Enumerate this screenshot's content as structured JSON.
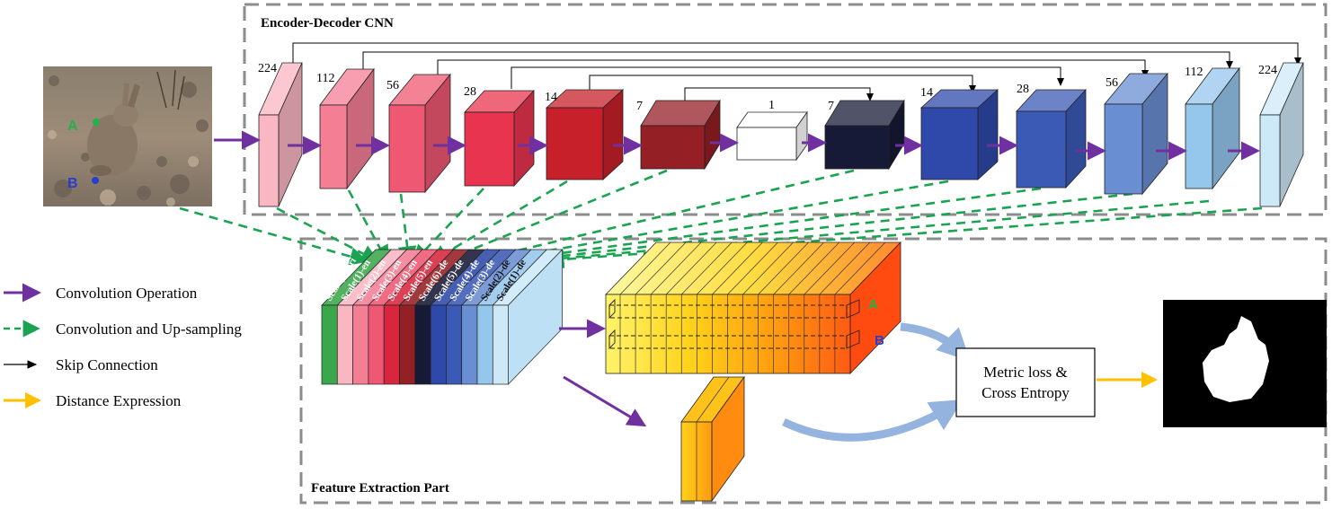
{
  "encoder_panel": {
    "title": "Encoder-Decoder CNN"
  },
  "feature_panel": {
    "title": "Feature  Extraction Part"
  },
  "layers": [
    {
      "size": "224",
      "color": "#f9b6c3"
    },
    {
      "size": "112",
      "color": "#f47f95"
    },
    {
      "size": "56",
      "color": "#ef5872"
    },
    {
      "size": "28",
      "color": "#e8344e"
    },
    {
      "size": "14",
      "color": "#c8202a"
    },
    {
      "size": "7",
      "color": "#941f25"
    },
    {
      "size": "1",
      "color": "#ffffff"
    },
    {
      "size": "7",
      "color": "#171a36"
    },
    {
      "size": "14",
      "color": "#2e49a9"
    },
    {
      "size": "28",
      "color": "#3b5ab6"
    },
    {
      "size": "56",
      "color": "#6a8ed2"
    },
    {
      "size": "112",
      "color": "#95c6ec"
    },
    {
      "size": "224",
      "color": "#cde9f8"
    }
  ],
  "input_image": {
    "point_a": "A",
    "point_b": "B",
    "point_a_color": "#22b14c",
    "point_b_color": "#2b3ec9"
  },
  "feature_stack": {
    "slices": [
      {
        "label": "Scale(0)-ori",
        "color": "#3aa84a"
      },
      {
        "label": "Scale(1)-en",
        "color": "#f9b6c3"
      },
      {
        "label": "Scale(2)-en",
        "color": "#f47f95"
      },
      {
        "label": "Scale(3)-en",
        "color": "#ef5872"
      },
      {
        "label": "Scale(4)-en",
        "color": "#d7263d"
      },
      {
        "label": "Scale(5)-en",
        "color": "#941f25"
      },
      {
        "label": "Scale(6)-de",
        "color": "#171a36"
      },
      {
        "label": "Scale(5)-de",
        "color": "#2e49a9"
      },
      {
        "label": "Scale(4)-de",
        "color": "#3b5ab6"
      },
      {
        "label": "Scale(3)-de",
        "color": "#6a8ed2"
      },
      {
        "label": "Scale(2)-de",
        "color": "#95c6ec"
      },
      {
        "label": "Scale(1)-de",
        "color": "#cde9f8"
      }
    ]
  },
  "pixel_feature_block": {
    "point_a": "A",
    "point_b": "B"
  },
  "loss_box": {
    "line1": "Metric loss &",
    "line2": "Cross Entropy"
  },
  "legend": [
    {
      "label": "Convolution Operation",
      "kind": "conv",
      "color": "#7030a0"
    },
    {
      "label": "Convolution and  Up-sampling",
      "kind": "upsample",
      "color": "#1aa350"
    },
    {
      "label": "Skip Connection",
      "kind": "skip",
      "color": "#000000"
    },
    {
      "label": "Distance Expression",
      "kind": "distance",
      "color": "#ffc000"
    }
  ],
  "colors": {
    "conv_arrow": "#7030a0",
    "upsample_arrow": "#1aa350",
    "skip_line": "#000000",
    "distance_arrow": "#ffc000",
    "panel_border": "#8c8c8c",
    "curve_arrow": "#94b3de"
  }
}
